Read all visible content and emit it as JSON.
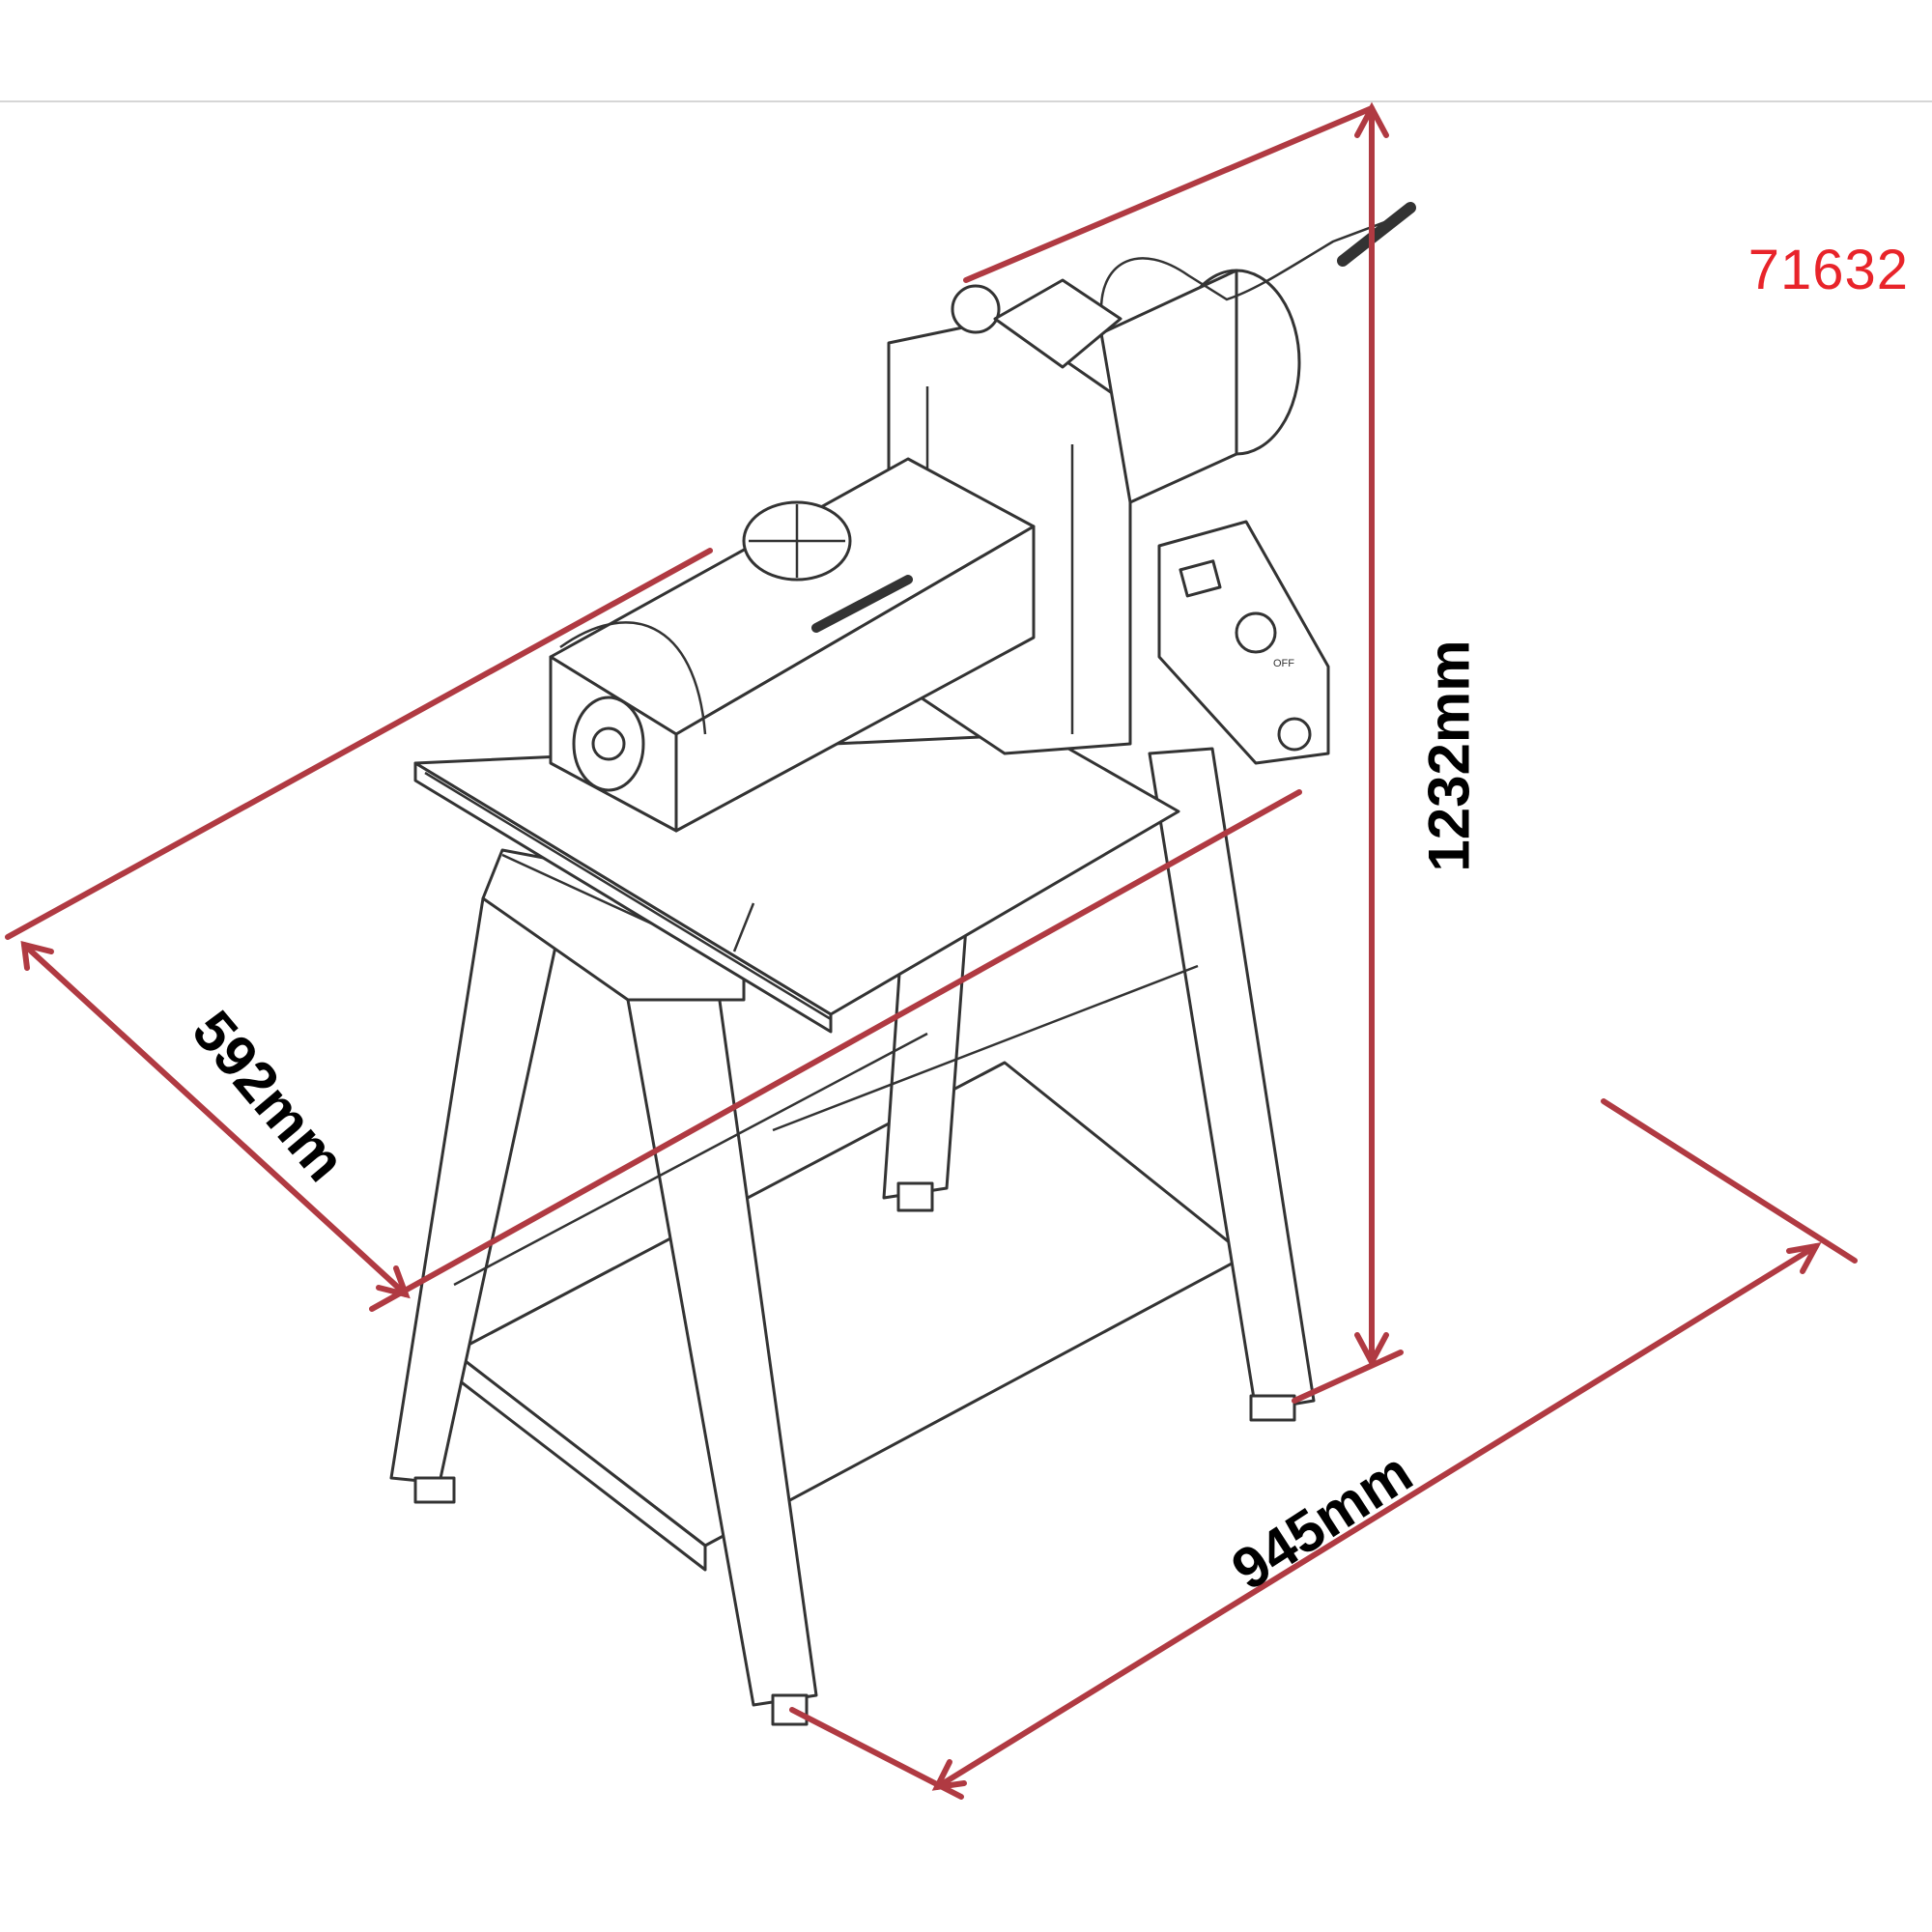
{
  "figure": {
    "model_number": "71632",
    "dimensions": {
      "height": "1232mm",
      "depth": "592mm",
      "width": "945mm"
    },
    "control_panel": {
      "knob_label": "OFF"
    },
    "colors": {
      "dimension_line": "#b03a42",
      "model_number": "#e8242a",
      "drawing_line": "#333333"
    }
  }
}
